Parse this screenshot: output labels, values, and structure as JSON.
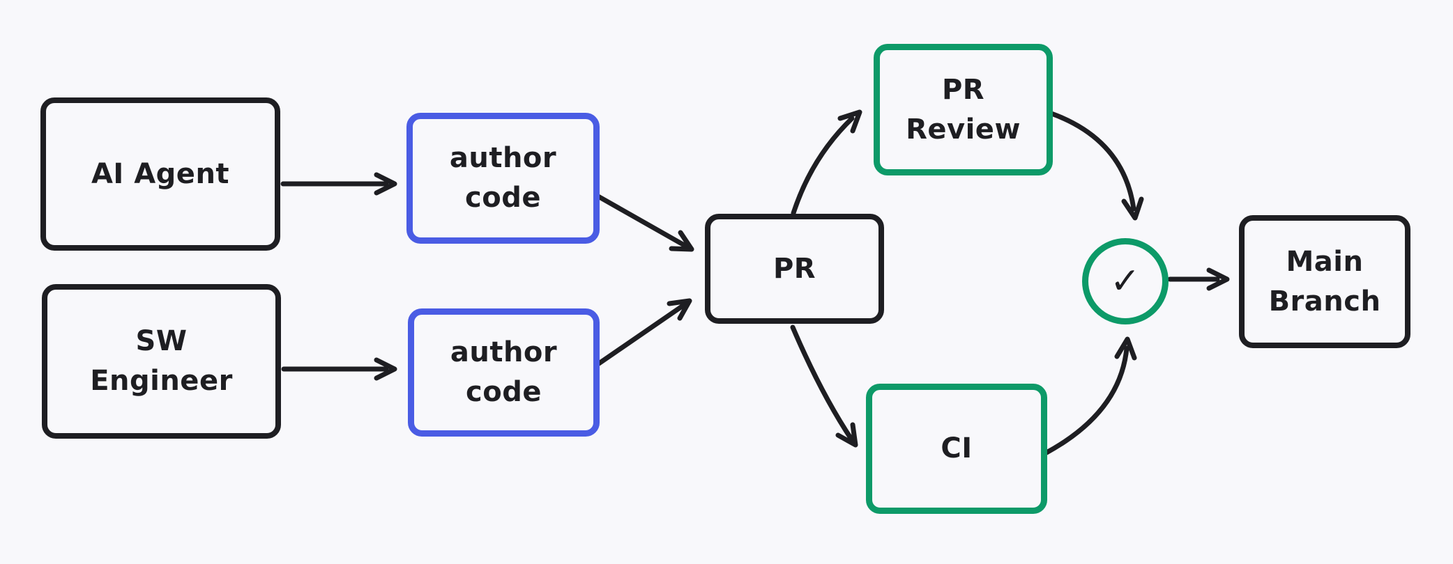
{
  "colors": {
    "bg": "#f8f8fb",
    "ink": "#1e1e22",
    "blue": "#4a5ce4",
    "green": "#0d9a68"
  },
  "nodes": {
    "ai_agent": {
      "label": "AI Agent"
    },
    "sw_engineer": {
      "line1": "SW",
      "line2": "Engineer"
    },
    "author_code_top": {
      "line1": "author",
      "line2": "code"
    },
    "author_code_bottom": {
      "line1": "author",
      "line2": "code"
    },
    "pr": {
      "label": "PR"
    },
    "pr_review": {
      "line1": "PR",
      "line2": "Review"
    },
    "ci": {
      "label": "CI"
    },
    "check": {
      "symbol": "✓"
    },
    "main_branch": {
      "line1": "Main",
      "line2": "Branch"
    }
  },
  "edges": [
    {
      "from": "ai_agent",
      "to": "author_code_top"
    },
    {
      "from": "sw_engineer",
      "to": "author_code_bottom"
    },
    {
      "from": "author_code_top",
      "to": "pr"
    },
    {
      "from": "author_code_bottom",
      "to": "pr"
    },
    {
      "from": "pr",
      "to": "pr_review"
    },
    {
      "from": "pr",
      "to": "ci"
    },
    {
      "from": "pr_review",
      "to": "check"
    },
    {
      "from": "ci",
      "to": "check"
    },
    {
      "from": "check",
      "to": "main_branch"
    }
  ]
}
